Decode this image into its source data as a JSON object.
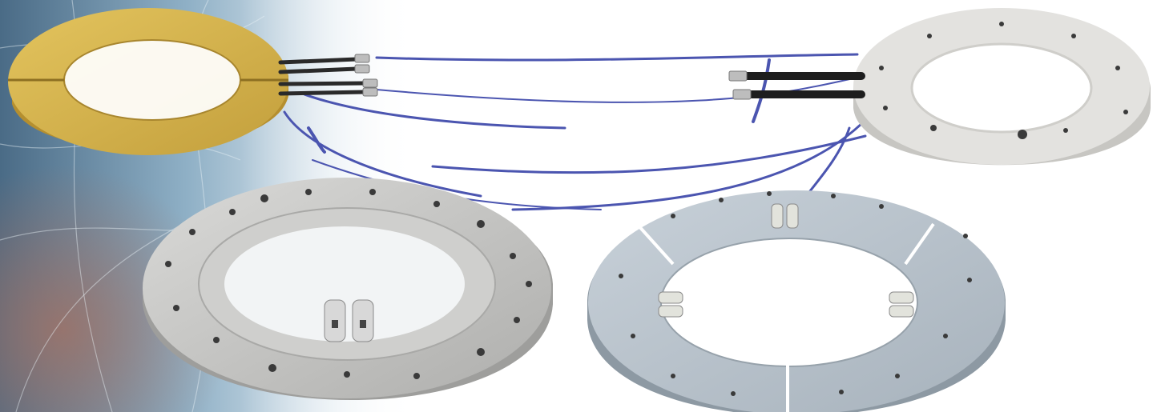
{
  "scene": {
    "subject": "heating-rings-product-photo",
    "background_colors": {
      "panel_dark": "#4a6b86",
      "panel_mid": "#8fb0c6",
      "panel_light": "#dfe9f0",
      "page": "#ffffff",
      "panel_warm": "#a8705f"
    },
    "wire_color": "#4b55b0",
    "products": [
      {
        "key": "gold-ring",
        "material": "ceramic",
        "color": "#d4b04a",
        "shape": "split-ring",
        "connectors": 2
      },
      {
        "key": "concrete-ring",
        "material": "concrete",
        "color": "#e3e2df",
        "shape": "ring",
        "connectors": 2
      },
      {
        "key": "aluminium-ring",
        "material": "aluminium",
        "color": "#c9c9c7",
        "shape": "stepped-ring",
        "connectors": 2
      },
      {
        "key": "segmented-ring",
        "material": "cast-aluminium",
        "color": "#b9c4cd",
        "shape": "segmented-ring",
        "connectors": 3
      }
    ]
  }
}
